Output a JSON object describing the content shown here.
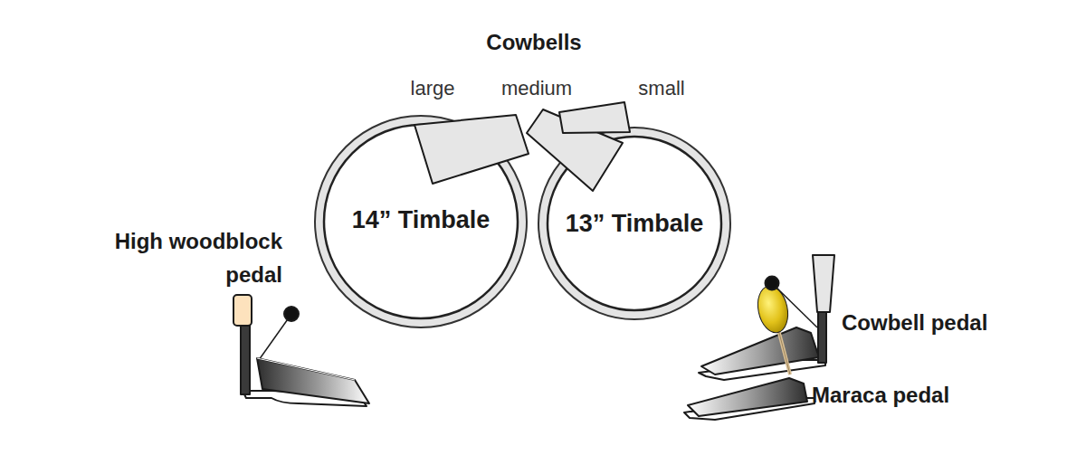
{
  "diagram": {
    "nodes": [
      {
        "text": [
          "14” Timbale"
        ]
      },
      {
        "text": [
          "13” Timbale"
        ]
      }
    ],
    "labels": [
      "Cowbells",
      "large",
      "medium",
      "small",
      "High woodblock pedal",
      "Cowbell pedal",
      "Maraca pedal"
    ]
  }
}
